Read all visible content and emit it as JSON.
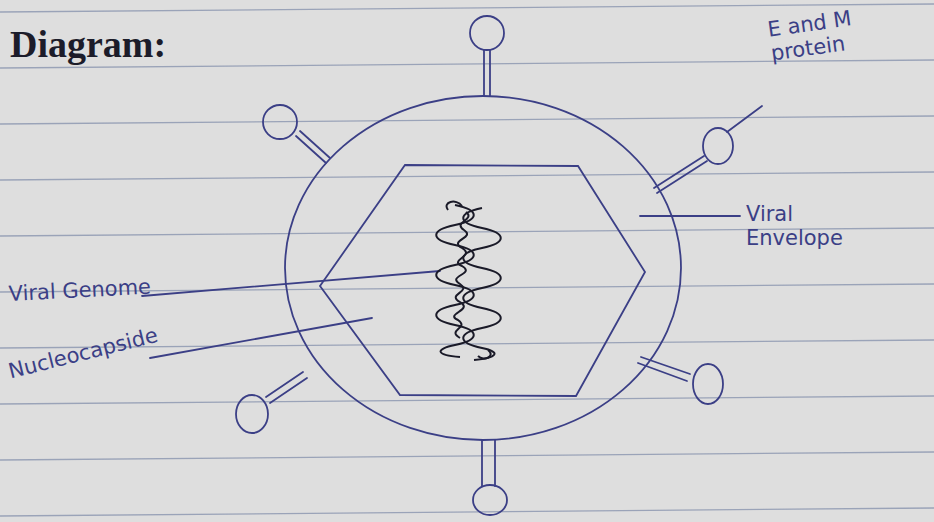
{
  "diagram": {
    "title": "Diagram:",
    "labels": [
      "E and M protein",
      "Viral Envelope",
      "Viral Genome",
      "Nucleocapside"
    ]
  }
}
